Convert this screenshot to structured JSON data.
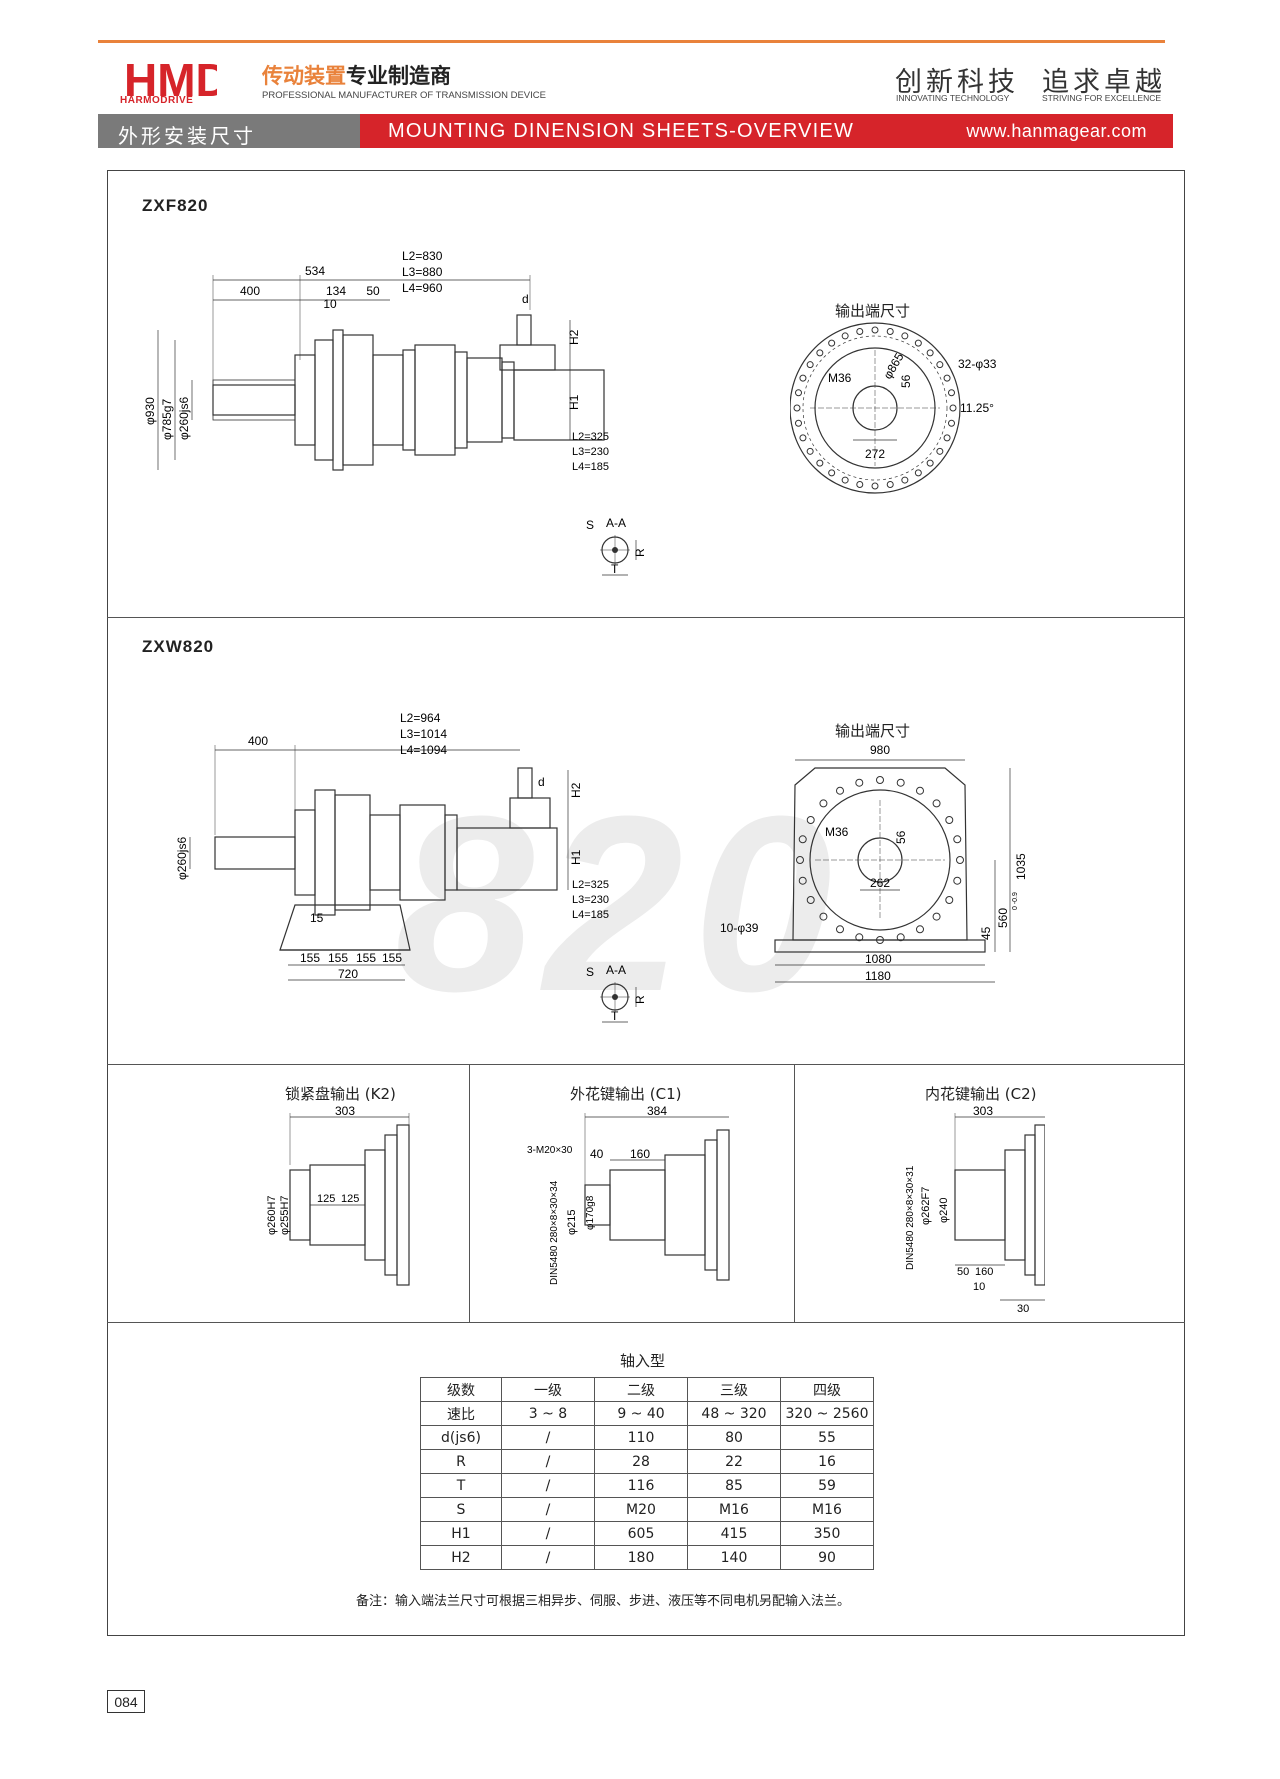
{
  "header": {
    "logo_text": "HMD",
    "logo_sub": "HARMODRIVE",
    "tagline_cn_orange": "传动装置",
    "tagline_cn_black": "专业制造商",
    "tagline_en": "PROFESSIONAL MANUFACTURER OF TRANSMISSION DEVICE",
    "slogan1": "创新科技",
    "slogan1_en": "INNOVATING TECHNOLOGY",
    "slogan2": "追求卓越",
    "slogan2_en": "STRIVING FOR EXCELLENCE",
    "section_cn": "外形安装尺寸",
    "section_en": "MOUNTING DINENSION SHEETS-OVERVIEW",
    "website": "www.hanmagear.com"
  },
  "zxf": {
    "model": "ZXF820",
    "output_title": "输出端尺寸",
    "dims": {
      "l2": "L2=830",
      "l3": "L3=880",
      "l4": "L4=960",
      "d534": "534",
      "d400": "400",
      "d134": "134",
      "d10": "10",
      "d50": "50",
      "d": "d",
      "h2": "H2",
      "h1": "H1",
      "dia930": "φ930",
      "dia785": "φ785g7",
      "dia260": "φ260js6",
      "l2b": "L2=325",
      "l3b": "L3=230",
      "l4b": "L4=185",
      "m36": "M36",
      "dia865": "φ865",
      "d56": "56",
      "holes": "32-φ33",
      "angle": "11.25°",
      "d272": "272"
    },
    "section": {
      "s": "S",
      "aa": "A-A",
      "r": "R",
      "t": "T"
    }
  },
  "zxw": {
    "model": "ZXW820",
    "output_title": "输出端尺寸",
    "dims": {
      "l2": "L2=964",
      "l3": "L3=1014",
      "l4": "L4=1094",
      "d400": "400",
      "d": "d",
      "h2": "H2",
      "h1": "H1",
      "dia260": "φ260js6",
      "l2b": "L2=325",
      "l3b": "L3=230",
      "l4b": "L4=185",
      "d15": "15",
      "d155": "155",
      "d720": "720",
      "d980": "980",
      "m36": "M36",
      "d56": "56",
      "d262": "262",
      "d1035": "1035",
      "d560": "560",
      "d560_tol": "0 -0.9",
      "d45": "45",
      "holes": "10-φ39",
      "d1080": "1080",
      "d1180": "1180"
    },
    "section": {
      "s": "S",
      "aa": "A-A",
      "r": "R",
      "t": "T"
    },
    "watermark": "820"
  },
  "variants": [
    {
      "title": "锁紧盘输出 (K2)",
      "d303": "303",
      "dia260": "φ260H7",
      "dia255": "φ255H7",
      "d125a": "125",
      "d125b": "125"
    },
    {
      "title": "外花键输出 (C1)",
      "d384": "384",
      "m20": "3-M20×30",
      "d40": "40",
      "d160": "160",
      "din": "DIN5480 280×8×30×34",
      "dia215": "φ215",
      "dia170": "φ170g8"
    },
    {
      "title": "内花键输出 (C2)",
      "d303": "303",
      "din": "DIN5480 280×8×30×31",
      "dia262": "φ262F7",
      "dia240": "φ240",
      "d50": "50",
      "d160": "160",
      "d10": "10",
      "d30": "30"
    }
  ],
  "table": {
    "title": "轴入型",
    "headers": [
      "级数",
      "一级",
      "二级",
      "三级",
      "四级"
    ],
    "rows": [
      [
        "速比",
        "3 ~ 8",
        "9 ~ 40",
        "48 ~ 320",
        "320 ~ 2560"
      ],
      [
        "d(js6)",
        "/",
        "110",
        "80",
        "55"
      ],
      [
        "R",
        "/",
        "28",
        "22",
        "16"
      ],
      [
        "T",
        "/",
        "116",
        "85",
        "59"
      ],
      [
        "S",
        "/",
        "M20",
        "M16",
        "M16"
      ],
      [
        "H1",
        "/",
        "605",
        "415",
        "350"
      ],
      [
        "H2",
        "/",
        "180",
        "140",
        "90"
      ]
    ]
  },
  "note": "备注：输入端法兰尺寸可根据三相异步、伺服、步进、液压等不同电机另配输入法兰。",
  "page_number": "084",
  "colors": {
    "accent_orange": "#e9823b",
    "brand_red": "#d6242a",
    "bar_grey": "#7a7a7a"
  }
}
